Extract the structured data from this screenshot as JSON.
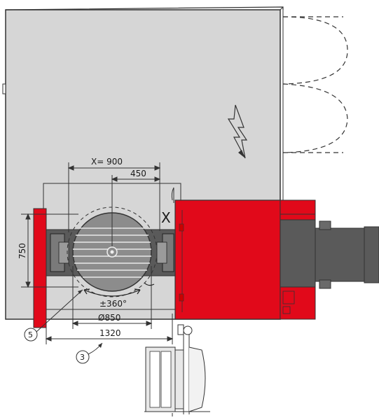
{
  "colors": {
    "cabinet_fill": "#d6d6d6",
    "machine_red": "#e1091a",
    "dark_gray": "#5a5a5a",
    "mid_gray": "#8c8c8c",
    "outline": "#333333"
  },
  "dimensions": {
    "x_travel": "X= 900",
    "x_half": "450",
    "height_750": "750",
    "diameter": "Ø850",
    "rotation": "±360°",
    "total_width": "1320",
    "axis_label": "X"
  },
  "callouts": {
    "item_5": "5",
    "item_3": "3"
  },
  "icons": {
    "voltage": "lightning-bolt-icon"
  }
}
